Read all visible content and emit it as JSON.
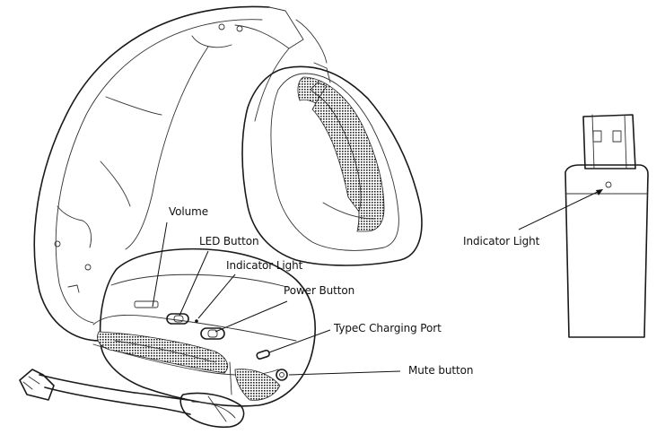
{
  "labels": {
    "volume": "Volume",
    "led_button": "LED Button",
    "indicator_light_headset": "Indicator Light",
    "power_button": "Power Button",
    "typec_port": "TypeC Charging Port",
    "mute_button": "Mute button",
    "indicator_light_dongle": "Indicator Light"
  }
}
